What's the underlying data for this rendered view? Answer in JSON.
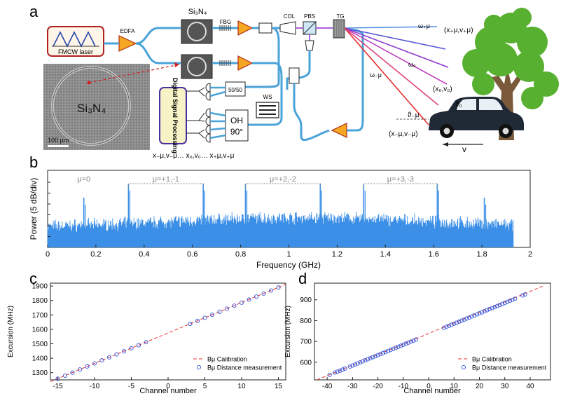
{
  "panel_a": {
    "letter": "a",
    "laser_label": "FMCW laser",
    "edfa_label": "EDFA",
    "chip_label": "Si₃N₄",
    "fbg_label": "FBG",
    "col_label": "COL",
    "pbs_label": "PBS",
    "tg_label": "TG",
    "splitter_label": "50/50",
    "ws_label": "WS",
    "oh_label": "OH",
    "oh_angle": "90°",
    "dsp_label": "Digital Signal Processing",
    "micrograph_label": "Si₃N₄",
    "scale_bar": "100 μm",
    "coord_readout": "x₋μ,v₋μ…  x₀,v₀…  x₊μ,v₊μ",
    "omega_plus": "ω₊μ",
    "omega_zero": "ω₀",
    "omega_minus": "ω₋μ",
    "coord_plus": "(x₊μ,v₊μ)",
    "coord_zero": "(x₀,v₀)",
    "coord_minus": "(x₋μ,v₋μ)",
    "theta_zero": "ϑ₀",
    "theta_minus": "ϑ₋μ",
    "velocity": "v",
    "beam_colors": [
      "#4f8fe0",
      "#5b5ad6",
      "#8a3ad0",
      "#c040c0",
      "#e0407a",
      "#e83030"
    ]
  },
  "panel_b": {
    "letter": "b",
    "chart_data": {
      "type": "line",
      "xlabel": "Frequency (GHz)",
      "ylabel": "Power (5 dB/div)",
      "xlim": [
        0,
        2
      ],
      "x_ticks": [
        "0",
        "0.2",
        "0.4",
        "0.6",
        "0.8",
        "1",
        "1.2",
        "1.4",
        "1.6",
        "1.8",
        "2"
      ],
      "grid": false,
      "color": "#3b8fe6",
      "noise_floor_range_ghz": [
        0.0,
        1.93
      ],
      "peaks": [
        {
          "x": 0.15,
          "label": "μ=0"
        },
        {
          "x": 0.335,
          "label": ""
        },
        {
          "x": 0.645,
          "label": ""
        },
        {
          "x": 0.82,
          "label": ""
        },
        {
          "x": 1.13,
          "label": ""
        },
        {
          "x": 1.31,
          "label": ""
        },
        {
          "x": 1.615,
          "label": ""
        },
        {
          "x": 1.81,
          "label": ""
        }
      ],
      "annotations": [
        {
          "text": "μ=0",
          "x": 0.15
        },
        {
          "text": "μ=+1,-1",
          "x_from": 0.335,
          "x_to": 0.645
        },
        {
          "text": "μ=+2,-2",
          "x_from": 0.82,
          "x_to": 1.13
        },
        {
          "text": "μ=+3,-3",
          "x_from": 1.31,
          "x_to": 1.615
        }
      ]
    }
  },
  "panel_c": {
    "letter": "c",
    "chart_data": {
      "type": "scatter",
      "xlabel": "Channel number",
      "ylabel": "Excursion (MHz)",
      "xlim": [
        -16,
        16
      ],
      "ylim": [
        1250,
        1920
      ],
      "x_ticks": [
        -15,
        -10,
        -5,
        0,
        5,
        10,
        15
      ],
      "y_ticks": [
        1300,
        1400,
        1500,
        1600,
        1700,
        1800,
        1900
      ],
      "legend_position": "bottom-right",
      "series": [
        {
          "name": "Bμ Calibration",
          "style": "dashed-line",
          "color": "#e83030",
          "x": [
            -16,
            16
          ],
          "y": [
            1238,
            1912
          ]
        },
        {
          "name": "Bμ Distance measurement",
          "style": "open-circle",
          "color": "#3355dd",
          "x": [
            -15,
            -14,
            -13,
            -12,
            -11,
            -10,
            -9,
            -8,
            -7,
            -6,
            -5,
            -4,
            -3,
            3,
            4,
            5,
            6,
            7,
            8,
            9,
            10,
            11,
            12,
            13,
            14,
            15
          ],
          "y": [
            1258,
            1279,
            1300,
            1322,
            1343,
            1364,
            1385,
            1406,
            1427,
            1448,
            1469,
            1490,
            1511,
            1638,
            1659,
            1680,
            1701,
            1722,
            1743,
            1764,
            1785,
            1806,
            1827,
            1848,
            1869,
            1890
          ]
        }
      ]
    }
  },
  "panel_d": {
    "letter": "d",
    "chart_data": {
      "type": "scatter",
      "xlabel": "Channel number",
      "ylabel": "Excursion (MHz)",
      "xlim": [
        -45,
        48
      ],
      "ylim": [
        515,
        980
      ],
      "x_ticks": [
        -40,
        -30,
        -20,
        -10,
        0,
        10,
        20,
        30,
        40
      ],
      "y_ticks": [
        600,
        700,
        800,
        900
      ],
      "legend_position": "bottom-right",
      "series": [
        {
          "name": "Bμ Calibration",
          "style": "dashed-line",
          "color": "#e83030",
          "x": [
            -44,
            45
          ],
          "y": [
            515,
            966
          ]
        },
        {
          "name": "Bμ Distance measurement",
          "style": "open-circle",
          "color": "#3355dd",
          "x": [
            -39,
            -37,
            -36,
            -35,
            -34,
            -33,
            -31,
            -30,
            -29,
            -28,
            -27,
            -26,
            -25,
            -24,
            -23,
            -22,
            -21,
            -20,
            -19,
            -18,
            -17,
            -16,
            -15,
            -14,
            -13,
            -12,
            -11,
            -10,
            -9,
            -8,
            -7,
            -6,
            -5,
            6,
            7,
            8,
            9,
            10,
            11,
            12,
            13,
            14,
            15,
            16,
            17,
            18,
            19,
            20,
            21,
            22,
            23,
            24,
            25,
            26,
            27,
            28,
            29,
            30,
            31,
            32,
            33,
            34,
            37,
            38
          ],
          "y": [
            539,
            550,
            554,
            559,
            564,
            569,
            579,
            584,
            589,
            594,
            599,
            604,
            609,
            614,
            619,
            624,
            629,
            634,
            639,
            644,
            649,
            654,
            659,
            664,
            669,
            674,
            679,
            684,
            689,
            694,
            699,
            704,
            709,
            765,
            770,
            775,
            780,
            785,
            790,
            795,
            800,
            805,
            810,
            815,
            820,
            825,
            830,
            835,
            840,
            845,
            850,
            855,
            860,
            865,
            870,
            875,
            880,
            885,
            890,
            895,
            900,
            905,
            921,
            926
          ]
        }
      ]
    }
  }
}
